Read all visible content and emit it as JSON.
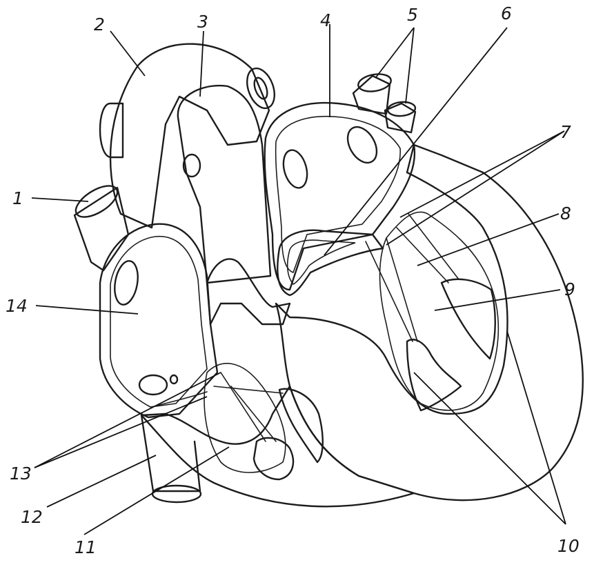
{
  "labels": {
    "l1": "1",
    "l2": "2",
    "l3": "3",
    "l4": "4",
    "l5": "5",
    "l6": "6",
    "l7": "7",
    "l8": "8",
    "l9": "9",
    "l10": "10",
    "l11": "11",
    "l12": "12",
    "l13": "13",
    "l14": "14"
  },
  "colors": {
    "myocardium": "#a3a3a3",
    "wall_light": "#dadada",
    "valve_stipple": "#bdbdbd",
    "ink": "#1c1c1c"
  }
}
